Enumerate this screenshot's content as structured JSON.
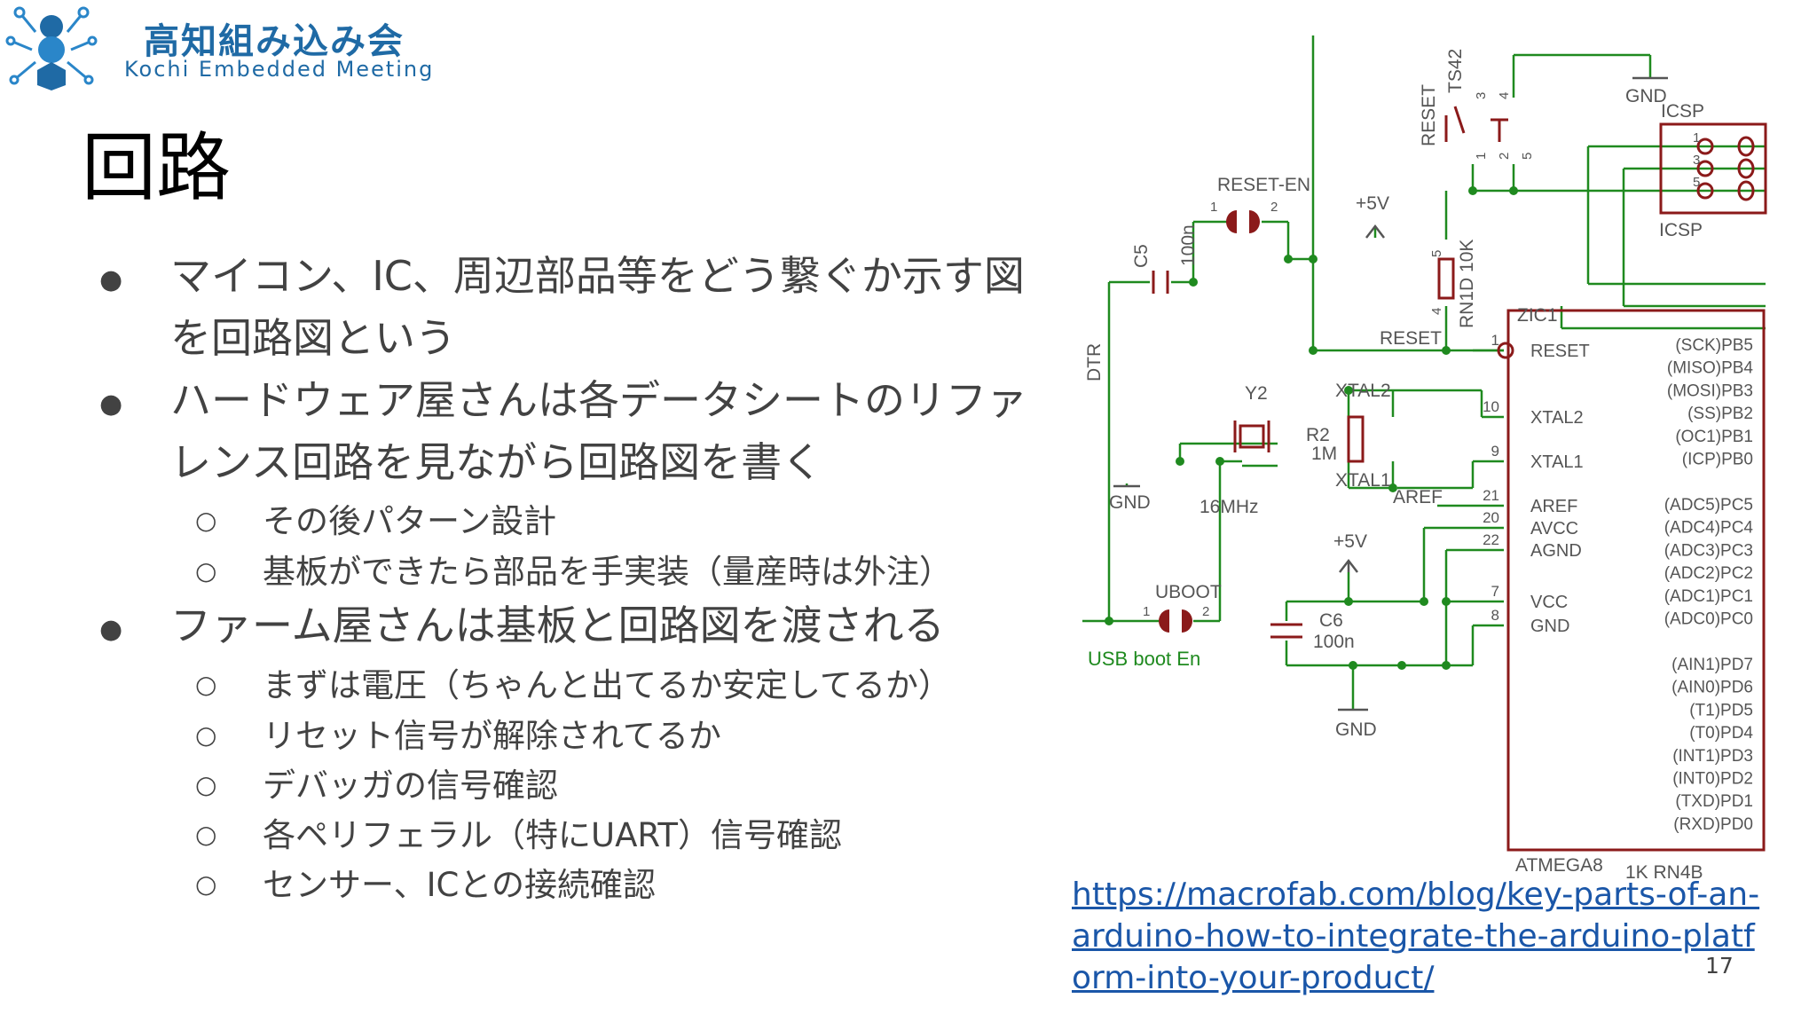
{
  "header": {
    "org_name_jp": "高知組み込み会",
    "org_name_en": "Kochi Embedded Meeting"
  },
  "slide": {
    "title": "回路",
    "page_number": "17",
    "bullets": [
      {
        "text": "マイコン、IC、周辺部品等をどう繋ぐか示す図を回路図という"
      },
      {
        "text": "ハードウェア屋さんは各データシートのリファレンス回路を見ながら回路図を書く",
        "sub": [
          "その後パターン設計",
          "基板ができたら部品を手実装（量産時は外注）"
        ]
      },
      {
        "text": "ファーム屋さんは基板と回路図を渡される",
        "sub": [
          "まずは電圧（ちゃんと出てるか安定してるか）",
          "リセット信号が解除されてるか",
          "デバッガの信号確認",
          "各ペリフェラル（特にUART）信号確認",
          "センサー、ICとの接続確認"
        ]
      }
    ],
    "source_link": "https://macrofab.com/blog/key-parts-of-an-arduino-how-to-integrate-the-arduino-platform-into-your-product/"
  },
  "schematic": {
    "labels": {
      "reset_en": "RESET-EN",
      "c5": "C5",
      "c5_val": "100n",
      "dtr": "DTR",
      "plus5v_top": "+5V",
      "reset_rot": "RESET",
      "ts42": "TS42",
      "gnd_top": "GND",
      "icsp_top": "ICSP",
      "icsp_bottom": "ICSP",
      "rn1d": "RN1D 10K",
      "zic1": "ZIC1",
      "reset_net": "RESET",
      "y2": "Y2",
      "xtal2": "XTAL2",
      "xtal1": "XTAL1",
      "r2": "R2",
      "r2_val": "1M",
      "gnd_left": "GND",
      "crystal_val": "16MHz",
      "aref": "AREF",
      "plus5v_mid": "+5V",
      "uboot": "UBOOT",
      "usb_boot_en": "USB boot En",
      "c6": "C6",
      "c6_val": "100n",
      "gnd_bottom": "GND",
      "chip_name": "ATMEGA8",
      "rn4b": "1K RN4B",
      "icsp_pin1": "1",
      "icsp_pin3": "3",
      "icsp_pin5": "5",
      "jumper_pin1": "1",
      "jumper_pin2": "2",
      "uboot_pin1": "1",
      "uboot_pin2": "2",
      "sw_pin3": "3",
      "sw_pin4": "4",
      "sw_pin1": "1",
      "sw_pin2": "2",
      "sw_pin5": "5",
      "rn_pin5": "5",
      "rn_pin4": "4"
    },
    "chip_left_pins": [
      {
        "num": "1",
        "name": "RESET"
      },
      {
        "num": "10",
        "name": "XTAL2"
      },
      {
        "num": "9",
        "name": "XTAL1"
      },
      {
        "num": "21",
        "name": "AREF"
      },
      {
        "num": "20",
        "name": "AVCC"
      },
      {
        "num": "22",
        "name": "AGND"
      },
      {
        "num": "7",
        "name": "VCC"
      },
      {
        "num": "8",
        "name": "GND"
      }
    ],
    "chip_right_pins": [
      "(SCK)PB5",
      "(MISO)PB4",
      "(MOSI)PB3",
      "(SS)PB2",
      "(OC1)PB1",
      "(ICP)PB0",
      "(ADC5)PC5",
      "(ADC4)PC4",
      "(ADC3)PC3",
      "(ADC2)PC2",
      "(ADC1)PC1",
      "(ADC0)PC0",
      "(AIN1)PD7",
      "(AIN0)PD6",
      "(T1)PD5",
      "(T0)PD4",
      "(INT1)PD3",
      "(INT0)PD2",
      "(TXD)PD1",
      "(RXD)PD0"
    ],
    "colors": {
      "wire": "#1f8a1f",
      "part": "#8b1a1a",
      "text": "#555555"
    }
  }
}
